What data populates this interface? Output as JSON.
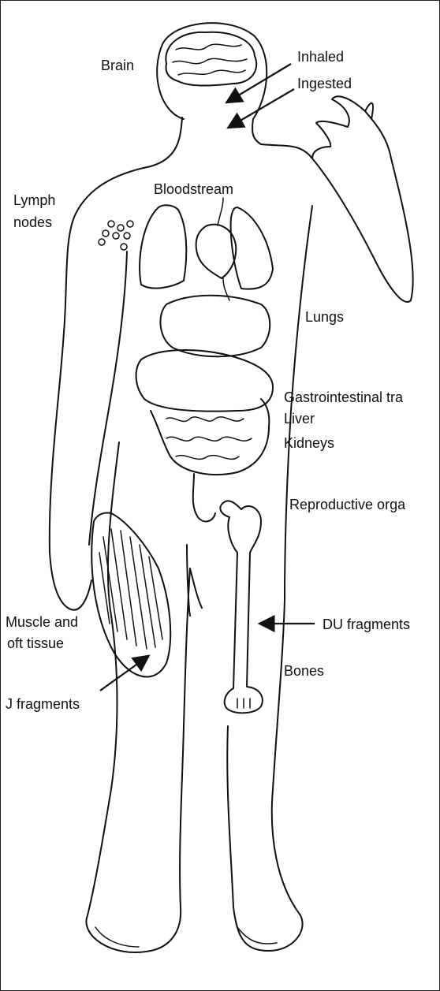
{
  "labels": {
    "brain": "Brain",
    "inhaled": "Inhaled",
    "ingested": "Ingested",
    "bloodstream": "Bloodstream",
    "lymph_nodes_1": "Lymph",
    "lymph_nodes_2": "nodes",
    "lungs": "Lungs",
    "gastrointestinal": "Gastrointestinal tra",
    "liver": "Liver",
    "kidneys": "Kidneys",
    "reproductive": "Reproductive orga",
    "du_fragments_right": "DU fragments",
    "muscle_1": "Muscle and",
    "muscle_2": "oft tissue",
    "du_fragments_left": "J fragments",
    "bones": "Bones"
  },
  "colors": {
    "ink": "#111111",
    "background": "#ffffff"
  }
}
